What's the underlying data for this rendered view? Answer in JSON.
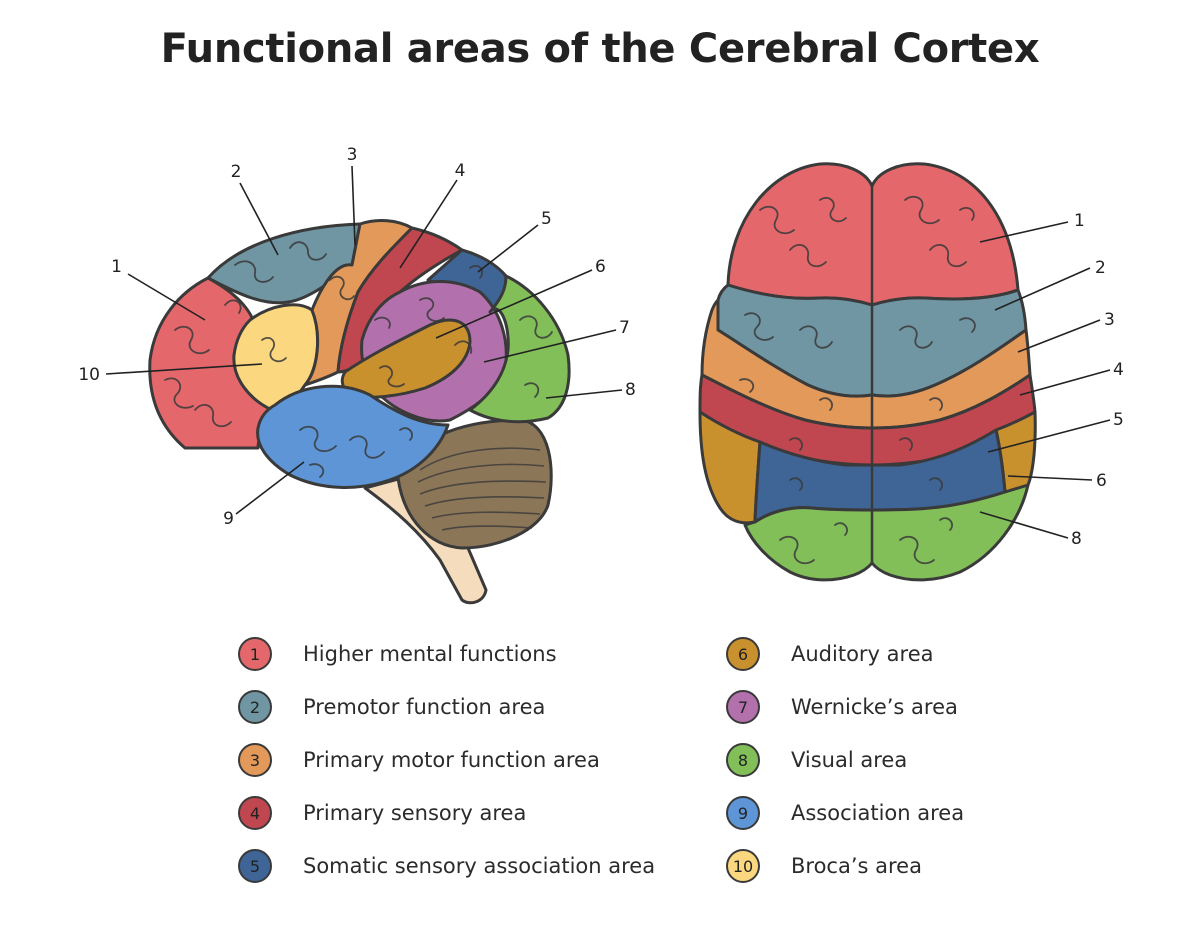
{
  "title": "Functional areas of the Cerebral Cortex",
  "colors": {
    "1": "#e4686b",
    "2": "#6f96a2",
    "3": "#e2995a",
    "4": "#c0474f",
    "5": "#3f6496",
    "6": "#c9902e",
    "7": "#b271ad",
    "8": "#82bf59",
    "9": "#5d95d6",
    "10": "#fbd87f",
    "cerebellum": "#8b7658",
    "brainstem": "#f4dcbd",
    "outline": "#3a3a3a"
  },
  "side_view_callouts": [
    "1",
    "2",
    "3",
    "4",
    "5",
    "6",
    "7",
    "8",
    "9",
    "10"
  ],
  "top_view_callouts": [
    "1",
    "2",
    "3",
    "4",
    "5",
    "6",
    "8"
  ],
  "legend": [
    {
      "number": "1",
      "label": "Higher mental functions",
      "color": "#e4686b"
    },
    {
      "number": "2",
      "label": "Premotor function area",
      "color": "#6f96a2"
    },
    {
      "number": "3",
      "label": "Primary motor function area",
      "color": "#e2995a"
    },
    {
      "number": "4",
      "label": "Primary sensory area",
      "color": "#c0474f"
    },
    {
      "number": "5",
      "label": "Somatic sensory association area",
      "color": "#3f6496"
    },
    {
      "number": "6",
      "label": "Auditory area",
      "color": "#c9902e"
    },
    {
      "number": "7",
      "label": "Wernicke’s area",
      "color": "#b271ad"
    },
    {
      "number": "8",
      "label": "Visual area",
      "color": "#82bf59"
    },
    {
      "number": "9",
      "label": "Association area",
      "color": "#5d95d6"
    },
    {
      "number": "10",
      "label": "Broca’s area",
      "color": "#fbd87f"
    }
  ]
}
